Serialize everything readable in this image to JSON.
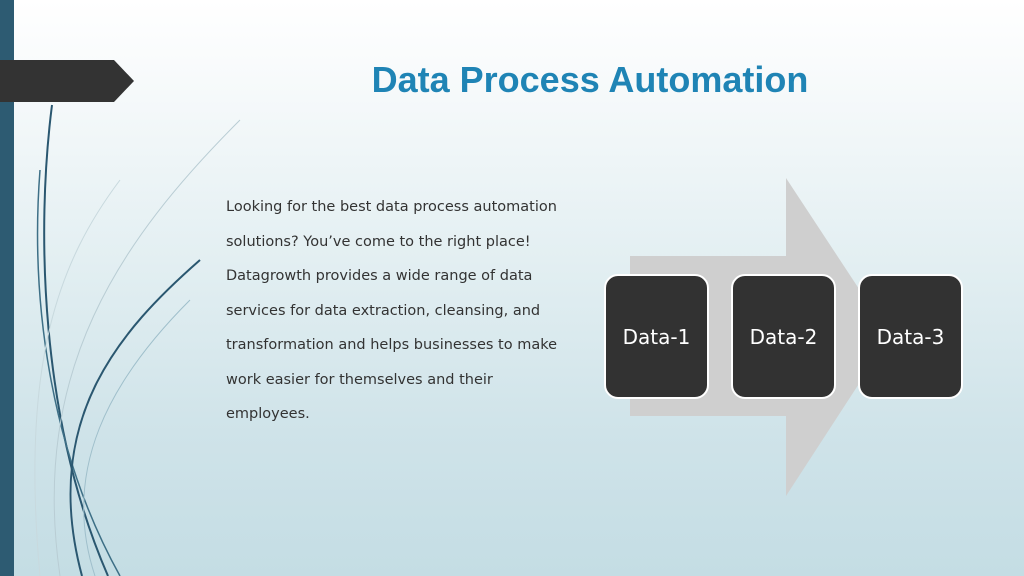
{
  "slide": {
    "title": "Data Process Automation",
    "body_text": "Looking for the best data process automation solutions? You’ve come to the right place! Datagrowth provides a wide range of data services for data extraction, cleansing, and transformation and helps businesses to make work easier for themselves and their employees."
  },
  "process": {
    "steps": [
      {
        "label": "Data-1"
      },
      {
        "label": "Data-2"
      },
      {
        "label": "Data-3"
      }
    ],
    "arrow_color": "#cfcfcf",
    "box_color": "#323232"
  },
  "colors": {
    "title": "#1f84b5",
    "left_bar": "#2d5b72",
    "text": "#333333"
  }
}
